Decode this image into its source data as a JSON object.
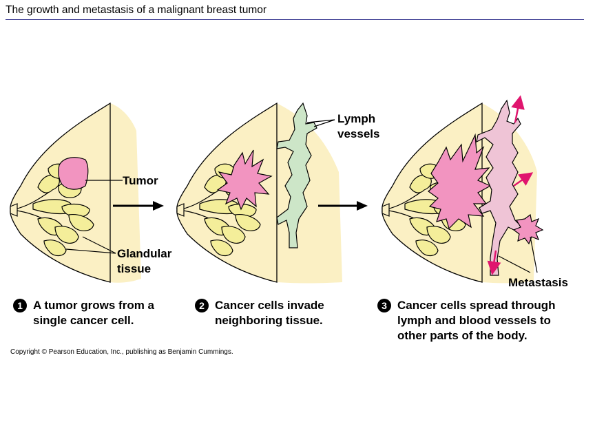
{
  "title": "The growth and metastasis of a malignant breast tumor",
  "labels": {
    "tumor": "Tumor",
    "glandular_line1": "Glandular",
    "glandular_line2": "tissue",
    "lymph_line1": "Lymph",
    "lymph_line2": "vessels",
    "metastasis": "Metastasis"
  },
  "steps": [
    {
      "number": "1",
      "lines": [
        "A tumor grows from a",
        "single cancer cell."
      ]
    },
    {
      "number": "2",
      "lines": [
        "Cancer cells invade",
        "neighboring tissue."
      ]
    },
    {
      "number": "3",
      "lines": [
        "Cancer cells spread through",
        "lymph and blood vessels to",
        "other parts of the body."
      ]
    }
  ],
  "copyright": "Copyright © Pearson Education, Inc., publishing as Benjamin Cummings.",
  "colors": {
    "breast_fill": "#fbf0c4",
    "gland_fill": "#f4ee9a",
    "tumor_fill": "#f294c0",
    "lymph_fill": "#cde6c8",
    "arrow_magenta": "#e0156e"
  }
}
